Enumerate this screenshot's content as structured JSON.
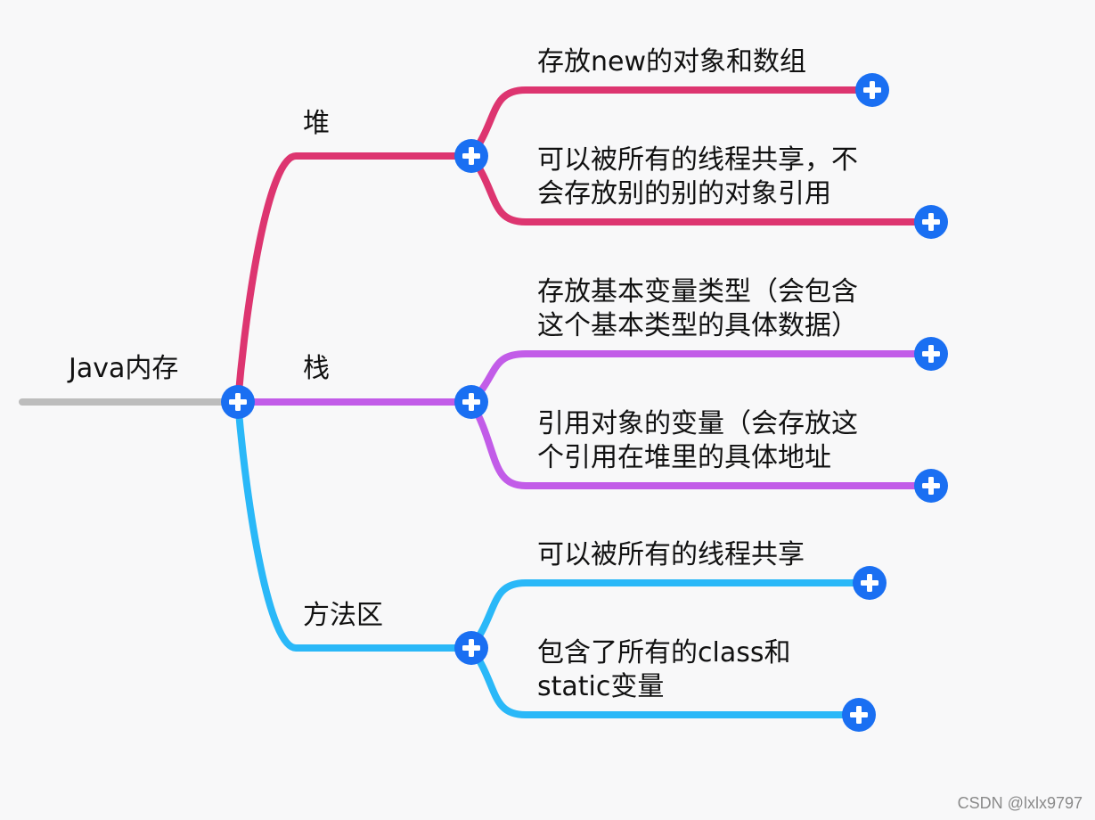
{
  "colors": {
    "background": "#f8f8f9",
    "root_line": "#bdbdbd",
    "heap": "#dd3570",
    "stack": "#c25ce8",
    "method_area": "#2ab8f8",
    "button": "#1a6ff2",
    "button_plus": "#ffffff",
    "text": "#111111"
  },
  "icons": {
    "expand": "plus-circle-icon"
  },
  "root": {
    "label": "Java内存"
  },
  "branches": [
    {
      "label": "堆",
      "color_key": "heap",
      "children": [
        {
          "lines": [
            "存放new的对象和数组"
          ]
        },
        {
          "lines": [
            "可以被所有的线程共享，不",
            "会存放别的别的对象引用"
          ]
        }
      ]
    },
    {
      "label": "栈",
      "color_key": "stack",
      "children": [
        {
          "lines": [
            "存放基本变量类型（会包含",
            "这个基本类型的具体数据）"
          ]
        },
        {
          "lines": [
            "引用对象的变量（会存放这",
            "个引用在堆里的具体地址"
          ]
        }
      ]
    },
    {
      "label": "方法区",
      "color_key": "method_area",
      "children": [
        {
          "lines": [
            "可以被所有的线程共享"
          ]
        },
        {
          "lines": [
            "包含了所有的class和",
            "static变量"
          ]
        }
      ]
    }
  ],
  "watermark": "CSDN @lxlx9797"
}
